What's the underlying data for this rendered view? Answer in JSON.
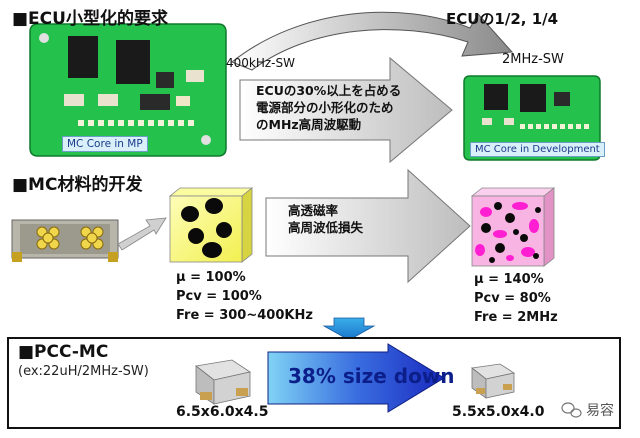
{
  "section1": {
    "title": "■ECU小型化的要求",
    "subtitle": "ECUの1/2, 1/4",
    "freq_left": "400kHz-SW",
    "freq_right": "2MHz-SW",
    "arrow_text": [
      "ECUの30%以上を占める",
      "電源部分の小形化のため",
      "のMHz高周波駆動"
    ],
    "board_left_label": "MC Core in MP",
    "board_right_label": "MC Core in Development"
  },
  "section2": {
    "title": "■MC材料的开发",
    "arrow_text": [
      "高透磁率",
      "高周波低損失"
    ],
    "left_specs": [
      "μ = 100%",
      "Pcv = 100%",
      "Fre = 300~400KHz"
    ],
    "right_specs": [
      "μ = 140%",
      "Pcv = 80%",
      "Fre = 2MHz"
    ]
  },
  "section3": {
    "title": "■PCC-MC",
    "subtitle": "(ex:22uH/2MHz-SW)",
    "arrow_text": "38% size down",
    "left_size": "6.5x6.0x4.5",
    "right_size": "5.5x5.0x4.0"
  },
  "watermark": "易容",
  "colors": {
    "pcb_green": "#22b84a",
    "magenta": "#ff1ed2",
    "pink": "#f9b9e6",
    "yellow": "#f8f67a",
    "arrow_blue": "#1f3fd0"
  }
}
